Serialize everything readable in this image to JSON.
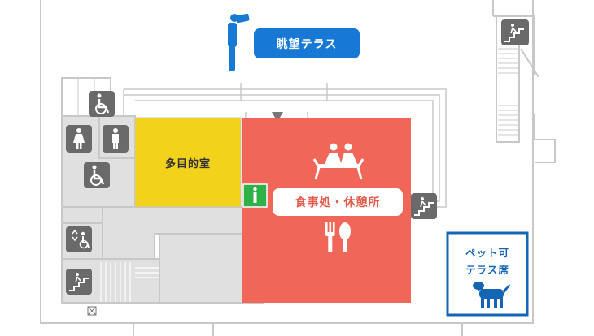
{
  "colors": {
    "wall": "#c8c8c8",
    "corridor": "#e0e0e0",
    "multipurpose": "#f3d21c",
    "dining": "#f0675a",
    "terrace_label": "#1779d3",
    "pet": "#1565b5",
    "info": "#2fb14a",
    "icon_box": "#6a6a6a"
  },
  "labels": {
    "terrace": "眺望テラス",
    "multipurpose_room": "多目的室",
    "dining": "食事処・休憩所",
    "pet_terrace_line1": "ペット可",
    "pet_terrace_line2": "テラス席"
  },
  "icons": [
    "binoculars-icon",
    "wheelchair-icon",
    "restroom-female-icon",
    "restroom-male-icon",
    "elevator-icon",
    "stairs-icon",
    "information-icon",
    "lounge-seating-icon",
    "fork-spoon-icon",
    "dog-icon"
  ]
}
